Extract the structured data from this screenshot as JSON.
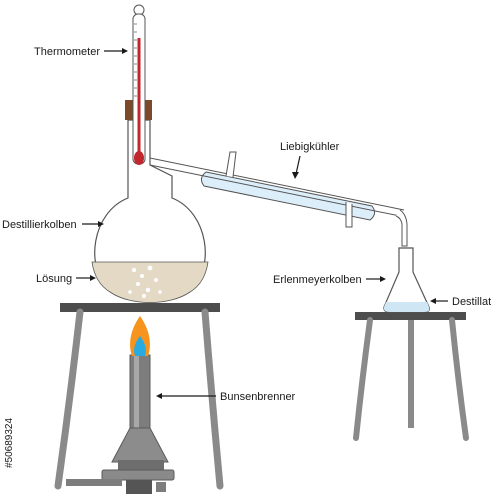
{
  "labels": {
    "thermometer": "Thermometer",
    "liebig": "Liebigkühler",
    "distillation_flask": "Destillierkolben",
    "solution": "Lösung",
    "erlenmeyer": "Erlenmeyerkolben",
    "distillate": "Destillat",
    "bunsen": "Bunsenbrenner"
  },
  "watermark": {
    "stock_id": "#50689324"
  },
  "colors": {
    "stand": "#8a8a8a",
    "stand_dark": "#6e6e6e",
    "stand_top": "#4d4d4d",
    "glass": "#ffffff",
    "outline": "#555555",
    "solution": "#e3d9c4",
    "distillate": "#cfe6f5",
    "cooling_water": "#dceefa",
    "thermo_fluid": "#c1272d",
    "cork": "#7a4a2a",
    "flame_outer": "#f7941d",
    "flame_inner": "#29abe2"
  }
}
